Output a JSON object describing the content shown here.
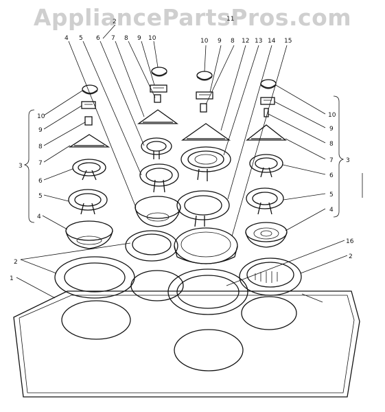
{
  "watermark": "AppliancePartsPros.com",
  "callouts": {
    "top": [
      "4",
      "5",
      "6",
      "7",
      "8",
      "9",
      "10",
      "10",
      "9",
      "8",
      "12",
      "13",
      "14",
      "15"
    ],
    "top_center": "11",
    "top_left_2": "2",
    "left": [
      "10",
      "9",
      "8",
      "7",
      "6",
      "5",
      "4"
    ],
    "right": [
      "10",
      "9",
      "8",
      "7",
      "6",
      "5",
      "4"
    ],
    "group_left": "3",
    "group_right": "3",
    "rings_left": "2",
    "rings_right": "2",
    "trim_ring": "16",
    "cooktop": "1"
  }
}
